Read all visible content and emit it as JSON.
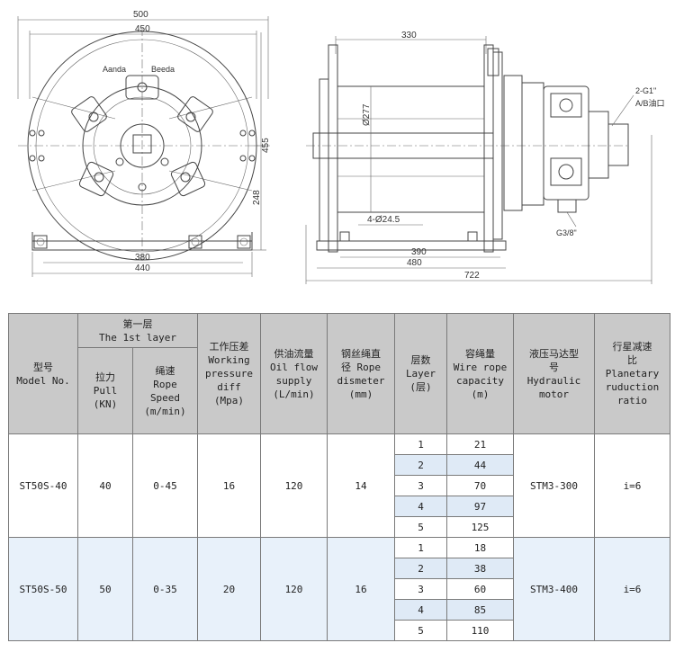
{
  "drawing": {
    "left_view": {
      "dim_overall_width": "500",
      "dim_flange_width": "450",
      "dim_base_inner": "380",
      "dim_base_outer": "440",
      "dim_height_total": "455",
      "dim_height_center": "248",
      "motor_label_left": "Aanda",
      "motor_label_right": "Beeda"
    },
    "right_view": {
      "dim_drum_length": "330",
      "dim_drum_diameter": "Ø277",
      "dim_holes": "4-Ø24.5",
      "dim_base_length": "390",
      "dim_base_outer": "480",
      "dim_total_length": "722",
      "port_label_1": "2-G1\"",
      "port_label_2": "A/B油口",
      "port_label_3": "G3/8\""
    }
  },
  "table": {
    "headers": {
      "model": [
        "型号",
        "Model No."
      ],
      "first_layer": [
        "第一层",
        "The 1st layer"
      ],
      "pull": [
        "拉力",
        "Pull",
        "(KN)"
      ],
      "rope_speed": [
        "绳速",
        "Rope",
        "Speed",
        "(m/min)"
      ],
      "working_pressure": [
        "工作压差",
        "Working",
        "pressure",
        "diff",
        "(Mpa)"
      ],
      "oil_flow": [
        "供油流量",
        "Oil flow",
        "supply",
        "(L/min)"
      ],
      "rope_diameter": [
        "钢丝绳直",
        "径 Rope",
        "dismeter",
        "(mm)"
      ],
      "layer": [
        "层数",
        "Layer",
        "(层)"
      ],
      "capacity": [
        "容绳量",
        "Wire rope",
        "capacity",
        "(m)"
      ],
      "motor": [
        "液压马达型",
        "号",
        "Hydraulic",
        "motor"
      ],
      "ratio": [
        "行星减速",
        "比",
        "Planetary",
        "ruduction",
        "ratio"
      ]
    },
    "rows": [
      {
        "model": "ST50S-40",
        "pull": "40",
        "speed": "0-45",
        "pressure": "16",
        "flow": "120",
        "rope": "14",
        "motor": "STM3-300",
        "ratio": "i=6",
        "layers": [
          "1",
          "2",
          "3",
          "4",
          "5"
        ],
        "capacity": [
          "21",
          "44",
          "70",
          "97",
          "125"
        ]
      },
      {
        "model": "ST50S-50",
        "pull": "50",
        "speed": "0-35",
        "pressure": "20",
        "flow": "120",
        "rope": "16",
        "motor": "STM3-400",
        "ratio": "i=6",
        "layers": [
          "1",
          "2",
          "3",
          "4",
          "5"
        ],
        "capacity": [
          "18",
          "38",
          "60",
          "85",
          "110"
        ]
      }
    ]
  }
}
